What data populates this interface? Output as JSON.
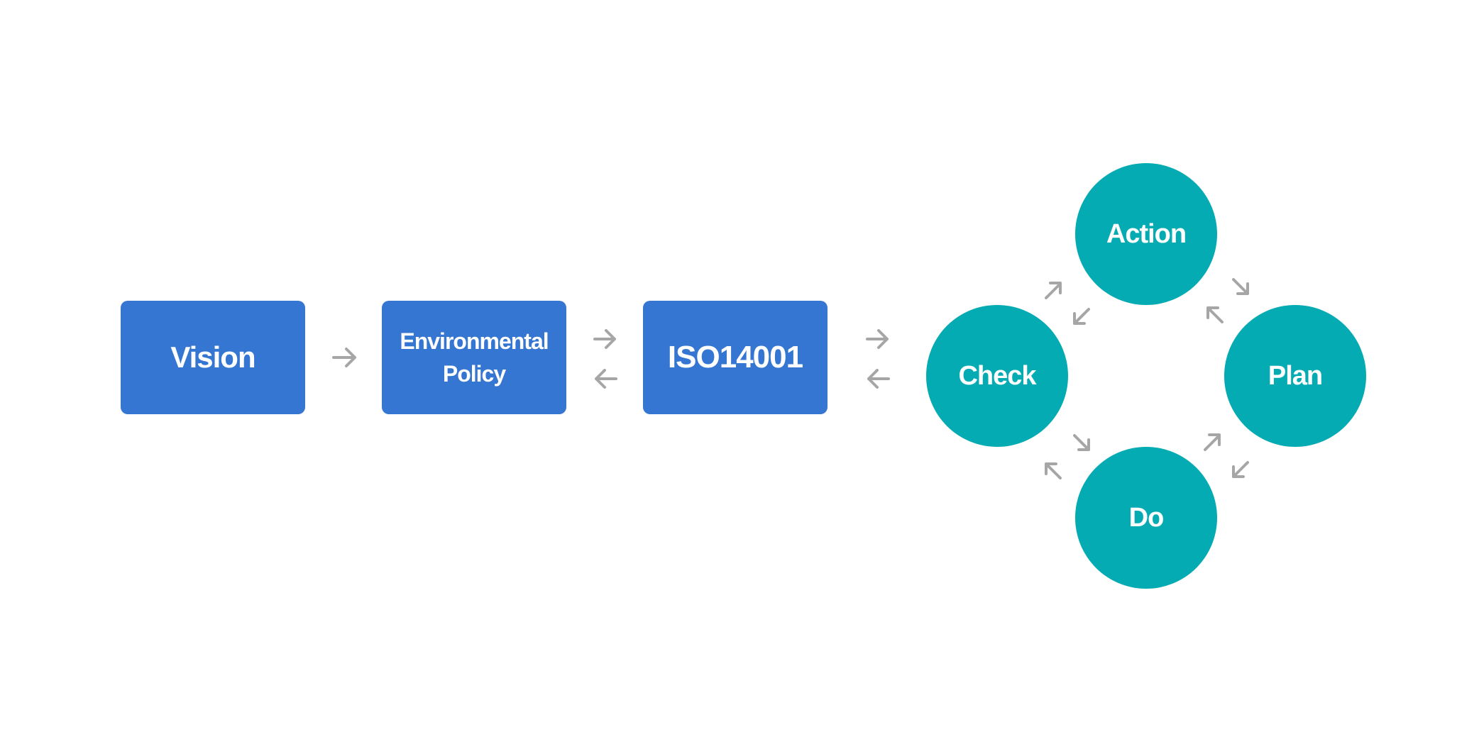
{
  "boxes": {
    "vision": "Vision",
    "policy": "Environmental\nPolicy",
    "iso": "ISO14001"
  },
  "cycle": {
    "action": "Action",
    "check": "Check",
    "plan": "Plan",
    "do": "Do"
  },
  "colors": {
    "box": "#3476d2",
    "circle": "#04abb3",
    "arrow": "#a6a6a6"
  }
}
